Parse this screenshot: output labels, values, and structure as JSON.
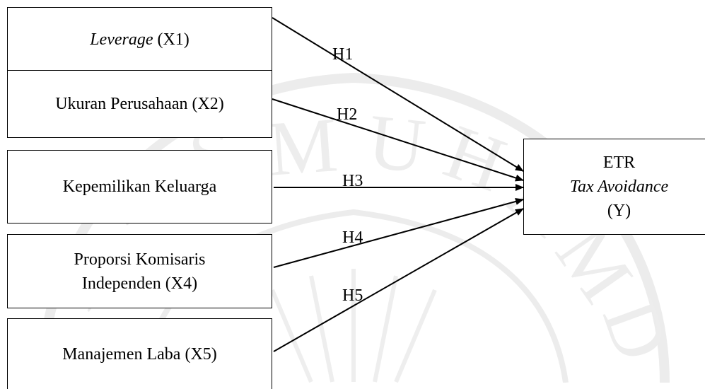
{
  "diagram": {
    "independent_variables": [
      {
        "name_italic": "Leverage",
        "name": " (X1)"
      },
      {
        "name": "Ukuran Perusahaan (X2)"
      },
      {
        "name": "Kepemilikan Keluarga"
      },
      {
        "line1": "Proporsi Komisaris",
        "line2": "Independen (X4)"
      },
      {
        "name": "Manajemen Laba (X5)"
      }
    ],
    "dependent_variable": {
      "line1": "ETR",
      "line2": "Tax Avoidance",
      "line3": "(Y)"
    },
    "hypotheses": [
      "H1",
      "H2",
      "H3",
      "H4",
      "H5"
    ]
  }
}
